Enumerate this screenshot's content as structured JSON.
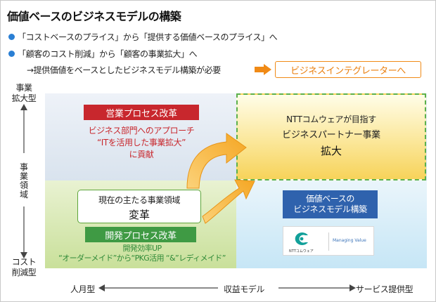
{
  "title": "価値ベースのビジネスモデルの構築",
  "bullets": [
    "「コストベースのプライス」から「提供する価値ベースのプライス」へ",
    "「顧客のコスト削減」から「顧客の事業拡大」へ"
  ],
  "need_text": "→提供価値をベースとしたビジネスモデル構築が必要",
  "si_label": "ビジネスインテグレーターへ",
  "y_axis": {
    "top": [
      "事業",
      "拡大型"
    ],
    "middle": [
      "事",
      "業",
      "領",
      "域"
    ],
    "bottom": [
      "コスト",
      "削減型"
    ]
  },
  "x_axis": {
    "left": "人月型",
    "middle": "収益モデル",
    "right": "サービス提供型"
  },
  "sales": {
    "label": "営業プロセス改革",
    "lines": [
      "ビジネス部門へのアプローチ",
      "“ITを活用した事業拡大”",
      "に貢献"
    ]
  },
  "current": {
    "line1": "現在の主たる事業領域",
    "line2": "変革"
  },
  "dev": {
    "label": "開発プロセス改革",
    "lines": [
      "開発効率UP",
      "“オーダーメイド”から“PKG活用 “&”レディメイド”"
    ]
  },
  "target": {
    "line1": "NTTコムウェアが目指す",
    "line2": "ビジネスパートナー事業",
    "line3": "拡大"
  },
  "value_box": {
    "line1": "価値ベースの",
    "line2": "ビジネスモデル構築"
  },
  "logo": {
    "name": "NTTコムウェア",
    "tagline": "Managing Value"
  },
  "colors": {
    "bullet_blue": "#2a7fd4",
    "accent_orange": "#f08a16",
    "sales_red": "#c8272d",
    "dev_green": "#3f9a44",
    "value_blue": "#2f62ad",
    "target_yellow": "#f7d35a"
  }
}
